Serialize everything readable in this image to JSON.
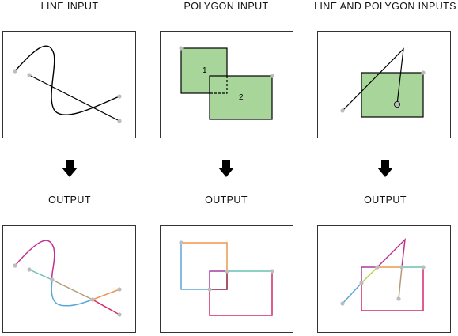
{
  "headers": {
    "line": "LINE INPUT",
    "polygon": "POLYGON INPUT",
    "both": "LINE AND POLYGON INPUTS"
  },
  "output_labels": {
    "line": "OUTPUT",
    "polygon": "OUTPUT",
    "both": "OUTPUT"
  },
  "polygon_labels": {
    "first": "1",
    "second": "2"
  },
  "colors": {
    "polygon_fill": "#a8d59a",
    "vertex": "#bdbdbd",
    "frame": "#333333",
    "arrow": "#000000",
    "magenta": "#c2308f",
    "teal": "#66c2b0",
    "blue": "#5aa8d6",
    "tan": "#b39a7a",
    "orange": "#f0964a",
    "crimson": "#d42a6a",
    "dark_red": "#8a1f3a",
    "yellow_green": "#b8d243",
    "purple": "#a73da0"
  },
  "icons": {
    "arrow": "down-arrow-icon"
  }
}
